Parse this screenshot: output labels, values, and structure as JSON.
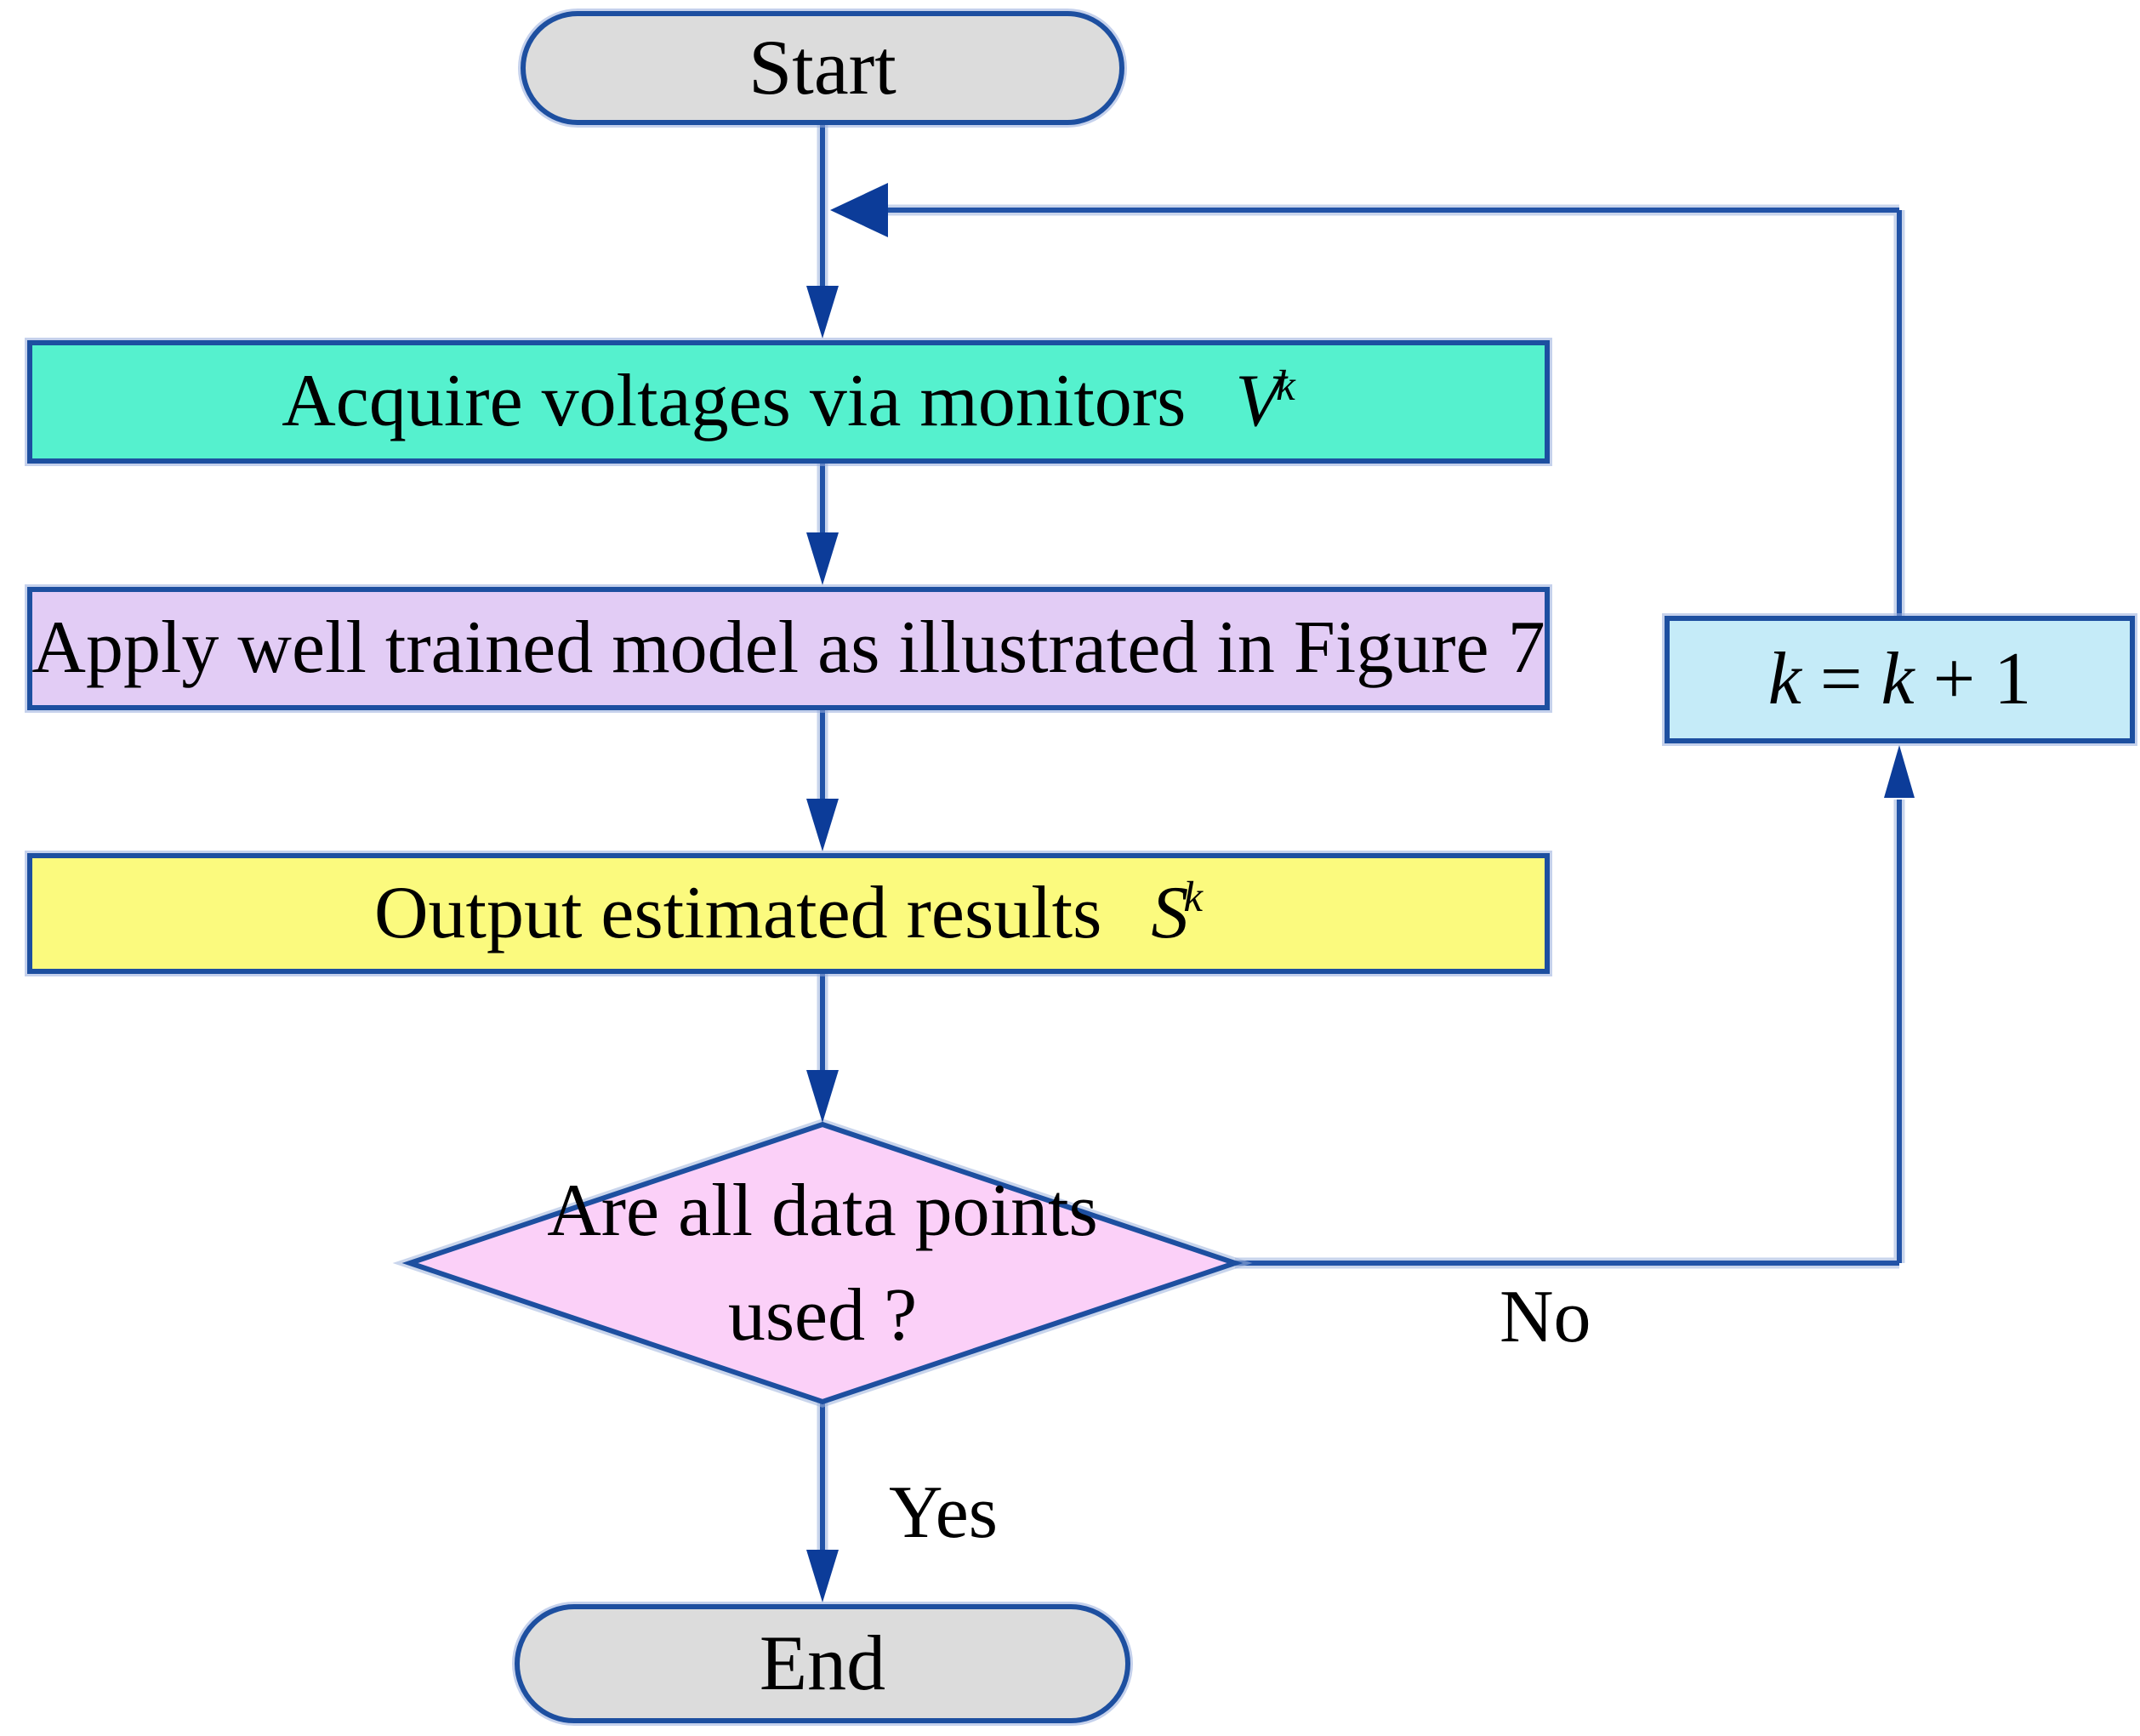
{
  "colors": {
    "page_bg": "#ffffff",
    "node_border": "#1d4fa0",
    "flow_line": "#2253a7",
    "arrow_head": "#0c3c99",
    "text": "#000000",
    "start_fill": "#dcdcdc",
    "end_fill": "#dcdcdc",
    "acquire_fill": "#55f1ce",
    "apply_fill": "#e2ccf5",
    "output_fill": "#fbfa7e",
    "decision_fill": "#fbd0f8",
    "increment_fill": "#c5ebf8"
  },
  "nodes": {
    "start": {
      "label": "Start"
    },
    "acquire": {
      "label": "Acquire voltages via monitors",
      "symbol_base": "V",
      "symbol_sup": "k"
    },
    "apply": {
      "label": "Apply well trained model as illustrated in Figure 7"
    },
    "output": {
      "label": "Output estimated results",
      "symbol_base": "S",
      "symbol_sup": "k"
    },
    "decision": {
      "label_line1": "Are all data points",
      "label_line2": "used ?"
    },
    "increment": {
      "lhs": "k",
      "eq": " = ",
      "rhs_var": "k",
      "op": " + ",
      "rhs_const": "1"
    },
    "end": {
      "label": "End"
    }
  },
  "edges": {
    "yes_label": "Yes",
    "no_label": "No"
  }
}
